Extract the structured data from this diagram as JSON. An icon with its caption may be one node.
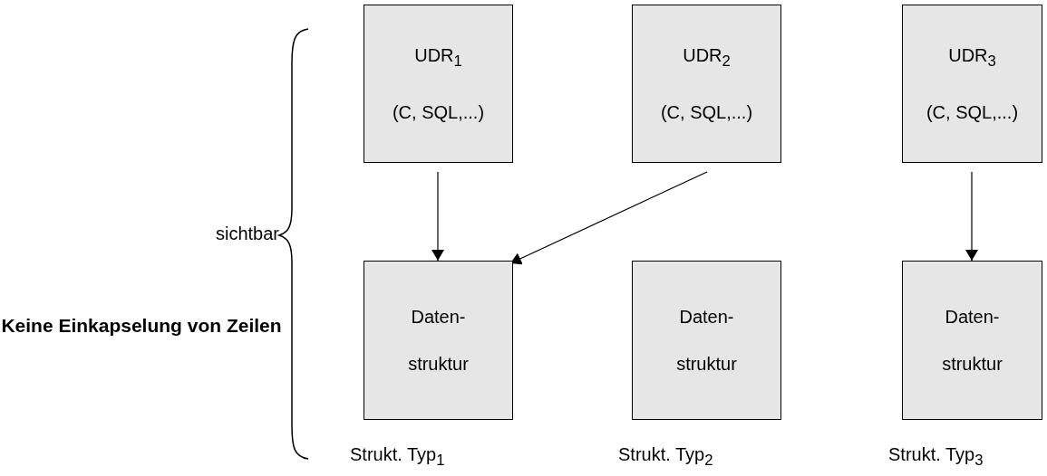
{
  "diagram": {
    "nodes": [
      {
        "text": [
          "UDR$_{1}$",
          "(C, SQL,...)"
        ]
      },
      {
        "text": [
          "UDR$_{2}$",
          "(C, SQL,...)"
        ]
      },
      {
        "text": [
          "UDR$_{3}$",
          "(C, SQL,...)"
        ]
      },
      {
        "text": [
          "Daten- struktur"
        ],
        "beside": [
          "Strukt. Typ$_{1}$"
        ]
      },
      {
        "text": [
          "Daten- struktur"
        ],
        "beside": [
          "Strukt. Typ$_{2}$"
        ]
      },
      {
        "text": [
          "Daten- struktur"
        ],
        "beside": [
          "Strukt. Typ$_{3}$"
        ]
      }
    ],
    "edges": [
      {
        "from": 0,
        "to": 3,
        "arrow": "to"
      },
      {
        "from": 1,
        "to": 3,
        "arrow": "to"
      },
      {
        "from": 2,
        "to": 5,
        "arrow": "to"
      }
    ],
    "labels": [
      "sichtbar",
      "Keine Einkapselung von Zeilen"
    ]
  }
}
